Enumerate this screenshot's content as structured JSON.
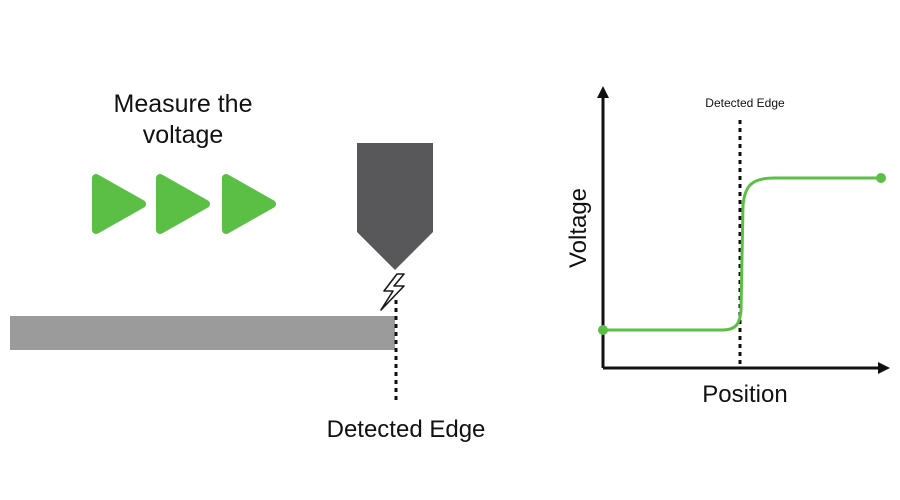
{
  "left_panel": {
    "caption_line1": "Measure the",
    "caption_line2": "voltage",
    "edge_label": "Detected Edge",
    "arrow_icon": "play-arrow-icon",
    "spark_icon": "lightning-bolt-icon",
    "arrow_color": "#5cbf45",
    "probe_color": "#58585a",
    "bar_color": "#9b9b9b"
  },
  "right_panel": {
    "xlabel": "Position",
    "ylabel": "Voltage",
    "edge_label": "Detected Edge",
    "curve_color": "#5cbf45"
  },
  "chart_data": {
    "type": "line",
    "title": "",
    "xlabel": "Position",
    "ylabel": "Voltage",
    "shape": "step",
    "levels": [
      "low",
      "high"
    ],
    "annotations": [
      "Detected Edge"
    ],
    "grid": false,
    "legend": "none"
  }
}
